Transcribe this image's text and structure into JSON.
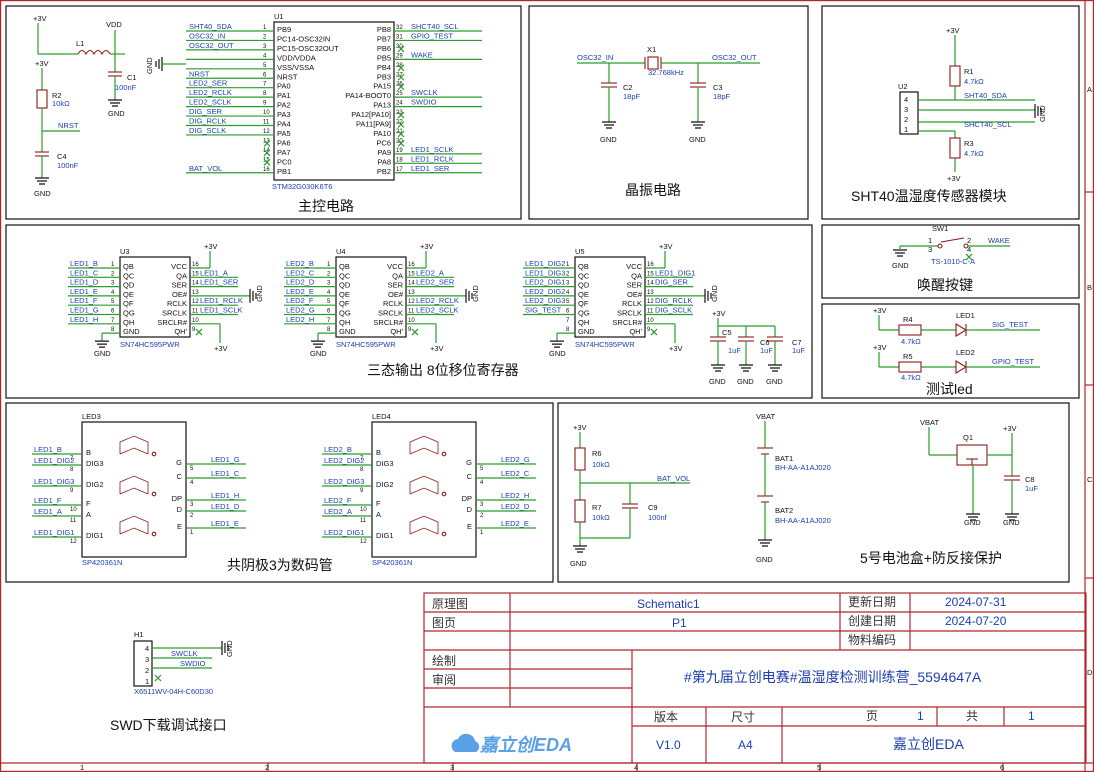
{
  "sections": {
    "mcu": "主控电路",
    "crystal": "晶振电路",
    "sht40": "SHT40温湿度传感器模块",
    "shift": "三态输出 8位移位寄存器",
    "wake": "唤醒按键",
    "led_test": "测试led",
    "seg": "共阴极3为数码管",
    "battery": "5号电池盒+防反接保护",
    "swd": "SWD下载调试接口"
  },
  "mcu": {
    "ref": "U1",
    "part": "STM32G030K6T6",
    "left_pins": [
      "PB9",
      "PC14-OSC32IN",
      "PC15-OSC32OUT",
      "VDD/VDDA",
      "VSS/VSSA",
      "NRST",
      "PA0",
      "PA1",
      "PA2",
      "PA3",
      "PA4",
      "PA5",
      "PA6",
      "PA7",
      "PC0",
      "PB1"
    ],
    "left_nums": [
      "1",
      "2",
      "3",
      "4",
      "5",
      "6",
      "7",
      "8",
      "9",
      "10",
      "11",
      "12",
      "13",
      "14",
      "15",
      "16"
    ],
    "right_pins": [
      "PB8",
      "PB7",
      "PB6",
      "PB5",
      "PB4",
      "PB3",
      "PA15",
      "PA14-BOOT0",
      "PA13",
      "PA12[PA10]",
      "PA11[PA9]",
      "PA10",
      "PC6",
      "PA9",
      "PA8",
      "PB2"
    ],
    "right_nums": [
      "32",
      "31",
      "30",
      "29",
      "28",
      "27",
      "26",
      "25",
      "24",
      "23",
      "22",
      "21",
      "20",
      "19",
      "18",
      "17"
    ],
    "left_nets": [
      "SHT40_SDA",
      "OSC32_IN",
      "OSC32_OUT",
      "",
      "",
      "NRST",
      "LED2_SER",
      "LED2_RCLK",
      "LED2_SCLK",
      "DIG_SER",
      "DIG_RCLK",
      "DIG_SCLK",
      "",
      "",
      "",
      "BAT_VOL"
    ],
    "right_nets": [
      "SHCT40_SCL",
      "GPIO_TEST",
      "",
      "WAKE",
      "",
      "",
      "",
      "SWCLK",
      "SWDIO",
      "",
      "",
      "",
      "",
      "LED1_SCLK",
      "LED1_RCLK",
      "LED1_SER"
    ],
    "l1": "L1",
    "c1": "C1",
    "c1_val": "100nF",
    "r2": "R2",
    "r2_val": "10kΩ",
    "c4": "C4",
    "c4_val": "100nF",
    "nrst": "NRST",
    "vdd": "VDD",
    "v3": "+3V",
    "gnd": "GND"
  },
  "crystal": {
    "x1": "X1",
    "x1_val": "32.768kHz",
    "c2": "C2",
    "c2_val": "18pF",
    "c3": "C3",
    "c3_val": "18pF",
    "in": "OSC32_IN",
    "out": "OSC32_OUT",
    "gnd": "GND"
  },
  "sht40": {
    "u2": "U2",
    "r1": "R1",
    "r1_val": "4.7kΩ",
    "r3": "R3",
    "r3_val": "4.7kΩ",
    "sda": "SHT40_SDA",
    "scl": "SHCT40_SCL",
    "v3": "+3V",
    "gnd": "GND",
    "pins": [
      "4",
      "3",
      "2",
      "1"
    ]
  },
  "shift": {
    "chips": [
      {
        "ref": "U3",
        "part": "SN74HC595PWR",
        "in_nets": [
          "LED1_B",
          "LED1_C",
          "LED1_D",
          "LED1_E",
          "LED1_F",
          "LED1_G",
          "LED1_H",
          ""
        ],
        "out_nets": [
          "+3V",
          "LED1_A",
          "LED1_SER",
          "",
          "LED1_RCLK",
          "LED1_SCLK",
          "",
          ""
        ]
      },
      {
        "ref": "U4",
        "part": "SN74HC595PWR",
        "in_nets": [
          "LED2_B",
          "LED2_C",
          "LED2_D",
          "LED2_E",
          "LED2_F",
          "LED2_G",
          "LED2_H",
          ""
        ],
        "out_nets": [
          "+3V",
          "LED2_A",
          "LED2_SER",
          "",
          "LED2_RCLK",
          "LED2_SCLK",
          "",
          ""
        ]
      },
      {
        "ref": "U5",
        "part": "SN74HC595PWR",
        "in_nets": [
          "LED1_DIG2",
          "LED1_DIG3",
          "LED2_DIG1",
          "LED2_DIG2",
          "LED2_DIG3",
          "SIG_TEST",
          "",
          ""
        ],
        "out_nets": [
          "+3V",
          "LED1_DIG1",
          "DIG_SER",
          "",
          "DIG_RCLK",
          "DIG_SCLK",
          "",
          ""
        ]
      }
    ],
    "left_pins": [
      "QB",
      "QC",
      "QD",
      "QE",
      "QF",
      "QG",
      "QH",
      "GND"
    ],
    "left_nums": [
      "1",
      "2",
      "3",
      "4",
      "5",
      "6",
      "7",
      "8"
    ],
    "right_pins": [
      "VCC",
      "QA",
      "SER",
      "OE#",
      "RCLK",
      "SRCLK",
      "SRCLR#",
      "QH'"
    ],
    "right_nums": [
      "16",
      "15",
      "14",
      "13",
      "12",
      "11",
      "10",
      "9"
    ],
    "caps": [
      {
        "ref": "C5",
        "val": "1uF"
      },
      {
        "ref": "C6",
        "val": "1uF"
      },
      {
        "ref": "C7",
        "val": "1uF"
      }
    ],
    "v3": "+3V",
    "gnd": "GND"
  },
  "wake": {
    "sw": "SW1",
    "part": "TS-1010-C-A",
    "net": "WAKE",
    "gnd": "GND",
    "pins": [
      "1",
      "2",
      "3",
      "4"
    ]
  },
  "led_test": {
    "rows": [
      {
        "r": "R4",
        "r_val": "4.7kΩ",
        "led": "LED1",
        "net": "SIG_TEST"
      },
      {
        "r": "R5",
        "r_val": "4.7kΩ",
        "led": "LED2",
        "net": "GPIO_TEST"
      }
    ],
    "v3": "+3V"
  },
  "seg": {
    "displays": [
      {
        "ref": "LED3",
        "part": "SP420361N",
        "left_nets": [
          "LED1_B",
          "LED1_DIG2",
          "LED1_DIG3",
          "LED1_F",
          "LED1_A",
          "LED1_DIG1"
        ],
        "right_nets": [
          "LED1_G",
          "LED1_C",
          "LED1_H",
          "LED1_D",
          "LED1_E"
        ]
      },
      {
        "ref": "LED4",
        "part": "SP420361N",
        "left_nets": [
          "LED2_B",
          "LED2_DIG2",
          "LED2_DIG3",
          "LED2_F",
          "LED2_A",
          "LED2_DIG1"
        ],
        "right_nets": [
          "LED2_G",
          "LED2_C",
          "LED2_H",
          "LED2_D",
          "LED2_E"
        ]
      }
    ],
    "left_pins": [
      "B",
      "DIG3",
      "DIG2",
      "F",
      "A",
      "DIG1"
    ],
    "left_nums": [
      "7",
      "8",
      "9",
      "10",
      "11",
      "12"
    ],
    "right_pins": [
      "G",
      "C",
      "DP",
      "D",
      "E"
    ],
    "right_nums": [
      "5",
      "4",
      "3",
      "2",
      "1"
    ]
  },
  "battery": {
    "r6": "R6",
    "r6_val": "10kΩ",
    "r7": "R7",
    "r7_val": "10kΩ",
    "c9": "C9",
    "c9_val": "100nf",
    "bat_vol": "BAT_VOL",
    "vbat": "VBAT",
    "bat1": "BAT1",
    "bat1_part": "BH-AA-A1AJ020",
    "bat2": "BAT2",
    "bat2_part": "BH-AA-A1AJ020",
    "q1": "Q1",
    "c8": "C8",
    "c8_val": "1uF",
    "v3": "+3V",
    "gnd": "GND"
  },
  "swd": {
    "ref": "H1",
    "part": "X6511WV-04H-C60D30",
    "nets": [
      "",
      "SWCLK",
      "SWDIO",
      ""
    ],
    "nums": [
      "4",
      "3",
      "2",
      "1"
    ],
    "gnd": "GND"
  },
  "title_block": {
    "label_schematic": "原理图",
    "label_page": "图页",
    "label_draw": "绘制",
    "label_review": "审阅",
    "schematic_name": "Schematic1",
    "page_name": "P1",
    "label_updated": "更新日期",
    "label_created": "创建日期",
    "label_material": "物料编码",
    "updated": "2024-07-31",
    "created": "2024-07-20",
    "project": "#第九届立创电赛#温湿度检测训练营_5594647A",
    "label_version": "版本",
    "label_size": "尺寸",
    "label_pageno": "页",
    "label_total": "共",
    "version": "V1.0",
    "size": "A4",
    "page_no": "1",
    "total": "1",
    "company": "嘉立创EDA",
    "logo": "嘉立创EDA"
  },
  "border_marks": {
    "top": [
      "1",
      "2",
      "3",
      "4",
      "5",
      "6"
    ],
    "right": [
      "A",
      "B",
      "C",
      "D"
    ]
  }
}
